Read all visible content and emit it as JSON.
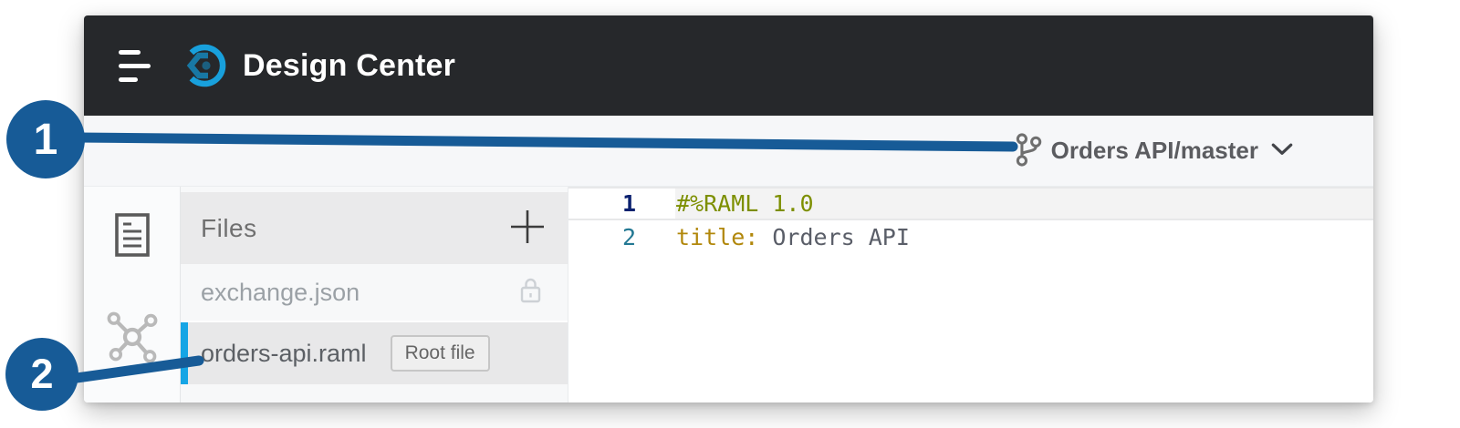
{
  "header": {
    "title": "Design Center"
  },
  "toolbar": {
    "branch_label": "Orders API/master"
  },
  "sidebar": {
    "items": [
      {
        "icon": "spec-document-icon"
      },
      {
        "icon": "dependency-graph-icon"
      }
    ]
  },
  "files_panel": {
    "title": "Files",
    "files": [
      {
        "name": "exchange.json",
        "locked": true,
        "selected": false
      },
      {
        "name": "orders-api.raml",
        "locked": false,
        "selected": true,
        "badge": "Root file"
      }
    ]
  },
  "editor": {
    "lines": [
      {
        "number": "1",
        "active": true,
        "tokens": [
          {
            "text": "#%RAML 1.0",
            "type": "directive"
          }
        ]
      },
      {
        "number": "2",
        "active": false,
        "tokens": [
          {
            "text": "title:",
            "type": "key"
          },
          {
            "text": " Orders API",
            "type": "value"
          }
        ]
      }
    ]
  },
  "callouts": [
    {
      "number": "1"
    },
    {
      "number": "2"
    }
  ],
  "colors": {
    "header_bg": "#26282b",
    "accent_blue": "#16a5e5",
    "callout_blue": "#175b97",
    "code_directive": "#7d8f00",
    "code_key": "#b1870b",
    "code_value": "#5a5e68",
    "line_number": "#237893",
    "line_number_active": "#0b216f"
  }
}
